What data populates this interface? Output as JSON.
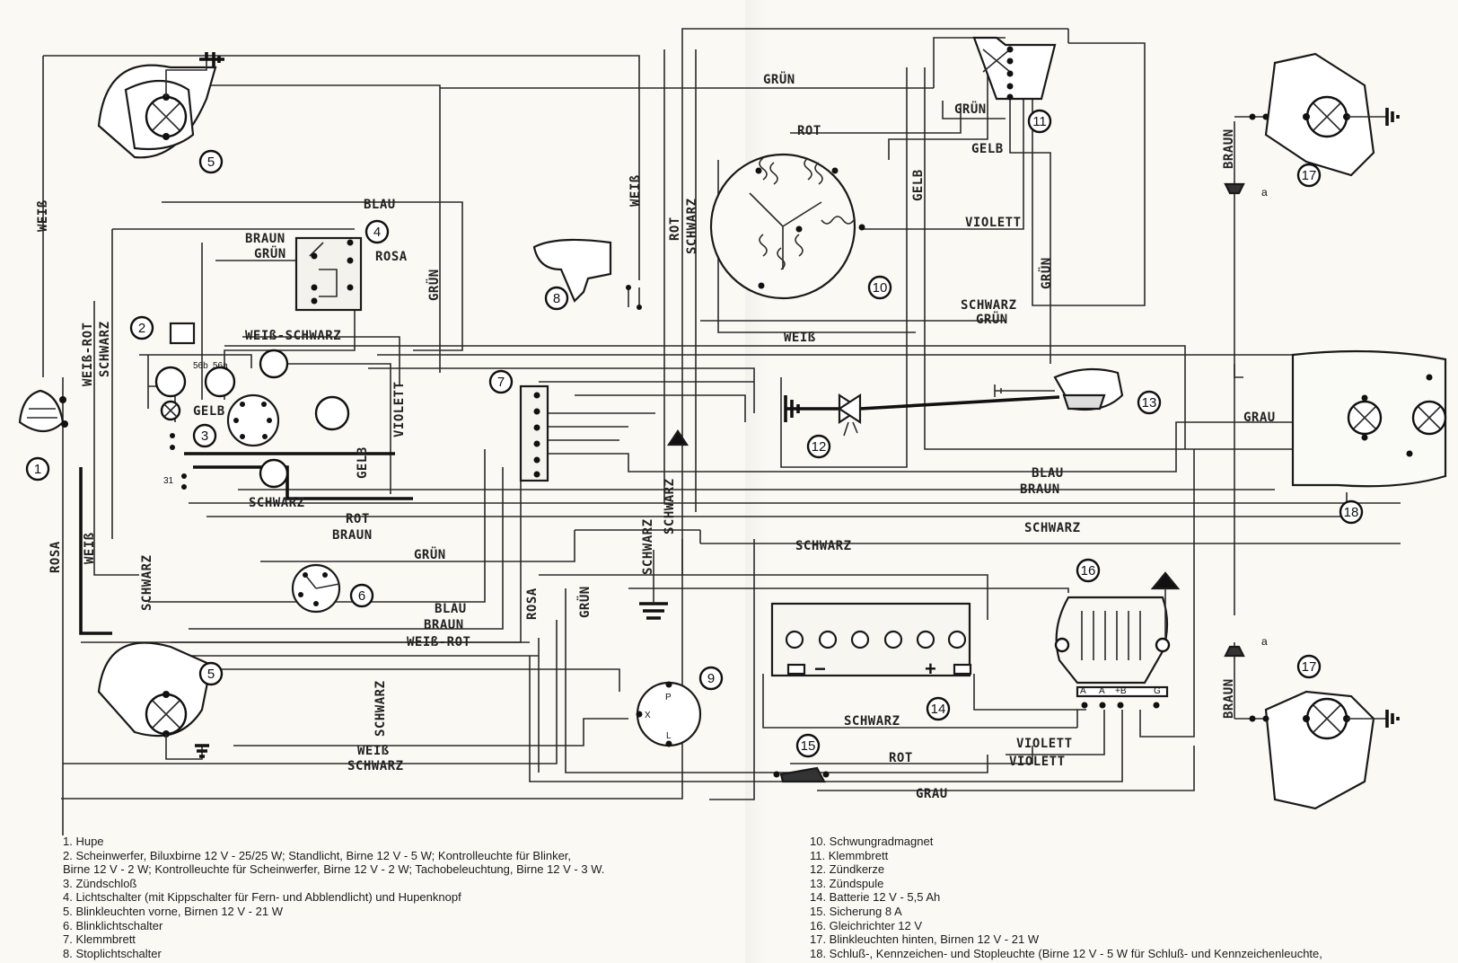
{
  "wire_labels": {
    "gruen_top": "GRÜN",
    "gruen_11": "GRÜN",
    "rot_top": "ROT",
    "gelb_top": "GELB",
    "weib_left": "WEIß",
    "blau_top": "BLAU",
    "braun_4": "BRAUN",
    "gruen_4": "GRÜN",
    "rosa_4": "ROSA",
    "gruen_v1": "GRÜN",
    "weib_v8": "WEIß",
    "rot_v": "ROT",
    "schwarz_v": "SCHWARZ",
    "gelb_v10": "GELB",
    "violett_10": "VIOLETT",
    "gruen_v10": "GRÜN",
    "schwarz_10": "SCHWARZ",
    "gruen_10": "GRÜN",
    "weib_10": "WEIß",
    "weibrot_v": "WEIß-ROT",
    "schwarz_v2": "SCHWARZ",
    "weibschwarz": "WEIß-SCHWARZ",
    "violett_v": "VIOLETT",
    "gelb_3": "GELB",
    "gelb_v3": "GELB",
    "schwarz_3": "SCHWARZ",
    "rot_mid": "ROT",
    "braun_mid": "BRAUN",
    "gruen_6": "GRÜN",
    "blau_5": "BLAU",
    "braun_5": "BRAUN",
    "weibrot_5": "WEIß-ROT",
    "rosa_v": "ROSA",
    "weib_v": "WEIß",
    "schwarz_v3": "SCHWARZ",
    "rosa_v2": "ROSA",
    "gruen_v2": "GRÜN",
    "schwarz_v4": "SCHWARZ",
    "schwarz_v5": "SCHWARZ",
    "schwarz_v6": "SCHWARZ",
    "weib_bot": "WEIß",
    "schwarz_bot": "SCHWARZ",
    "blau_right": "BLAU",
    "braun_right": "BRAUN",
    "schwarz_right": "SCHWARZ",
    "schwarz_mid2": "SCHWARZ",
    "grau_18": "GRAU",
    "braun_17a": "BRAUN",
    "braun_17b": "BRAUN",
    "schwarz_14": "SCHWARZ",
    "rot_15": "ROT",
    "violett_16a": "VIOLETT",
    "violett_16b": "VIOLETT",
    "grau_bot": "GRAU",
    "blinker_56b": "56b",
    "blinker_56a": "56a",
    "gelb_lamp": "GELB",
    "term_31": "31",
    "t_p": "P",
    "t_x": "X",
    "t_l": "L",
    "t_a1": "A",
    "t_a2": "A",
    "t_b": "+B",
    "t_g": "G",
    "a_top": "a",
    "a_bot": "a",
    "plus": "+",
    "minus": "−"
  },
  "component_numbers": [
    "1",
    "2",
    "3",
    "4",
    "5",
    "5",
    "6",
    "7",
    "8",
    "9",
    "10",
    "11",
    "12",
    "13",
    "14",
    "15",
    "16",
    "17",
    "17",
    "18"
  ],
  "legend_left": [
    "1.  Hupe",
    "2.  Scheinwerfer, Biluxbirne 12 V - 25/25 W; Standlicht, Birne 12 V - 5 W; Kontrolleuchte für Blinker,",
    "      Birne 12 V - 2 W; Kontrolleuchte für Scheinwerfer, Birne 12 V - 2 W; Tachobeleuchtung, Birne 12 V - 3 W.",
    "3.  Zündschloß",
    "4.  Lichtschalter (mit Kippschalter für Fern- und Abblendlicht) und Hupenknopf",
    "5.  Blinkleuchten vorne, Birnen 12 V - 21 W",
    "6.  Blinklichtschalter",
    "7.  Klemmbrett",
    "8.  Stoplichtschalter"
  ],
  "legend_right": [
    "10.  Schwungradmagnet",
    "11.  Klemmbrett",
    "12.  Zündkerze",
    "13.  Zündspule",
    "14.  Batterie 12 V - 5,5 Ah",
    "15.  Sicherung 8 A",
    "16.  Gleichrichter 12 V",
    "17.  Blinkleuchten hinten, Birnen 12 V - 21 W",
    "18.  Schluß-, Kennzeichen- und Stopleuchte (Birne 12 V - 5 W für Schluß- und Kennzeichenleuchte,"
  ]
}
